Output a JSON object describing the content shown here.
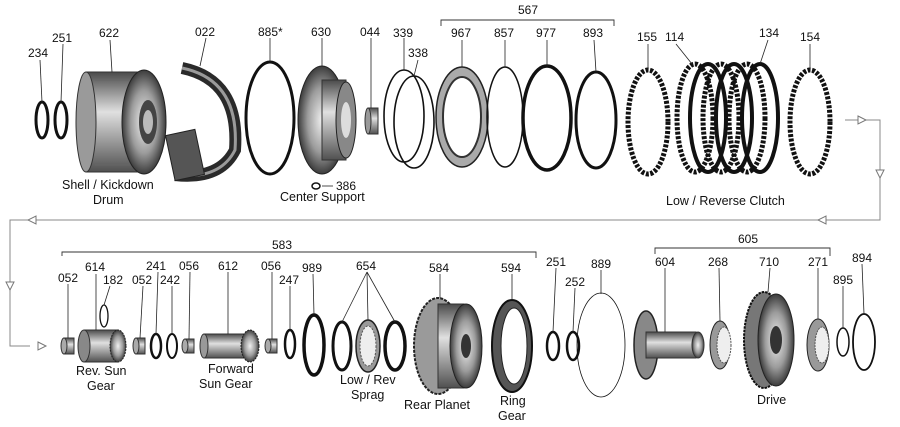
{
  "part_numbers": {
    "p234": "234",
    "p251a": "251",
    "p622": "622",
    "p022": "022",
    "p885": "885*",
    "p630": "630",
    "p044": "044",
    "p339": "339",
    "p338": "338",
    "p567": "567",
    "p967": "967",
    "p857": "857",
    "p977": "977",
    "p893": "893",
    "p155": "155",
    "p114": "114",
    "p134": "134",
    "p154": "154",
    "p386": "386",
    "p583": "583",
    "p052a": "052",
    "p614": "614",
    "p182": "182",
    "p052b": "052",
    "p241": "241",
    "p242": "242",
    "p056a": "056",
    "p612": "612",
    "p056b": "056",
    "p247": "247",
    "p989": "989",
    "p654": "654",
    "p584": "584",
    "p594": "594",
    "p251b": "251",
    "p252": "252",
    "p889": "889",
    "p605": "605",
    "p604": "604",
    "p268": "268",
    "p710": "710",
    "p271": "271",
    "p895": "895",
    "p894": "894"
  },
  "captions": {
    "shell_line1": "Shell / Kickdown",
    "shell_line2": "Drum",
    "center_support": "Center Support",
    "low_reverse_clutch": "Low / Reverse Clutch",
    "rev_sun_line1": "Rev. Sun",
    "rev_sun_line2": "Gear",
    "forward_sun_line1": "Forward",
    "forward_sun_line2": "Sun Gear",
    "sprag_line1": "Low / Rev",
    "sprag_line2": "Sprag",
    "rear_planet": "Rear Planet",
    "ring_gear_line1": "Ring",
    "ring_gear_line2": "Gear",
    "drive": "Drive"
  }
}
